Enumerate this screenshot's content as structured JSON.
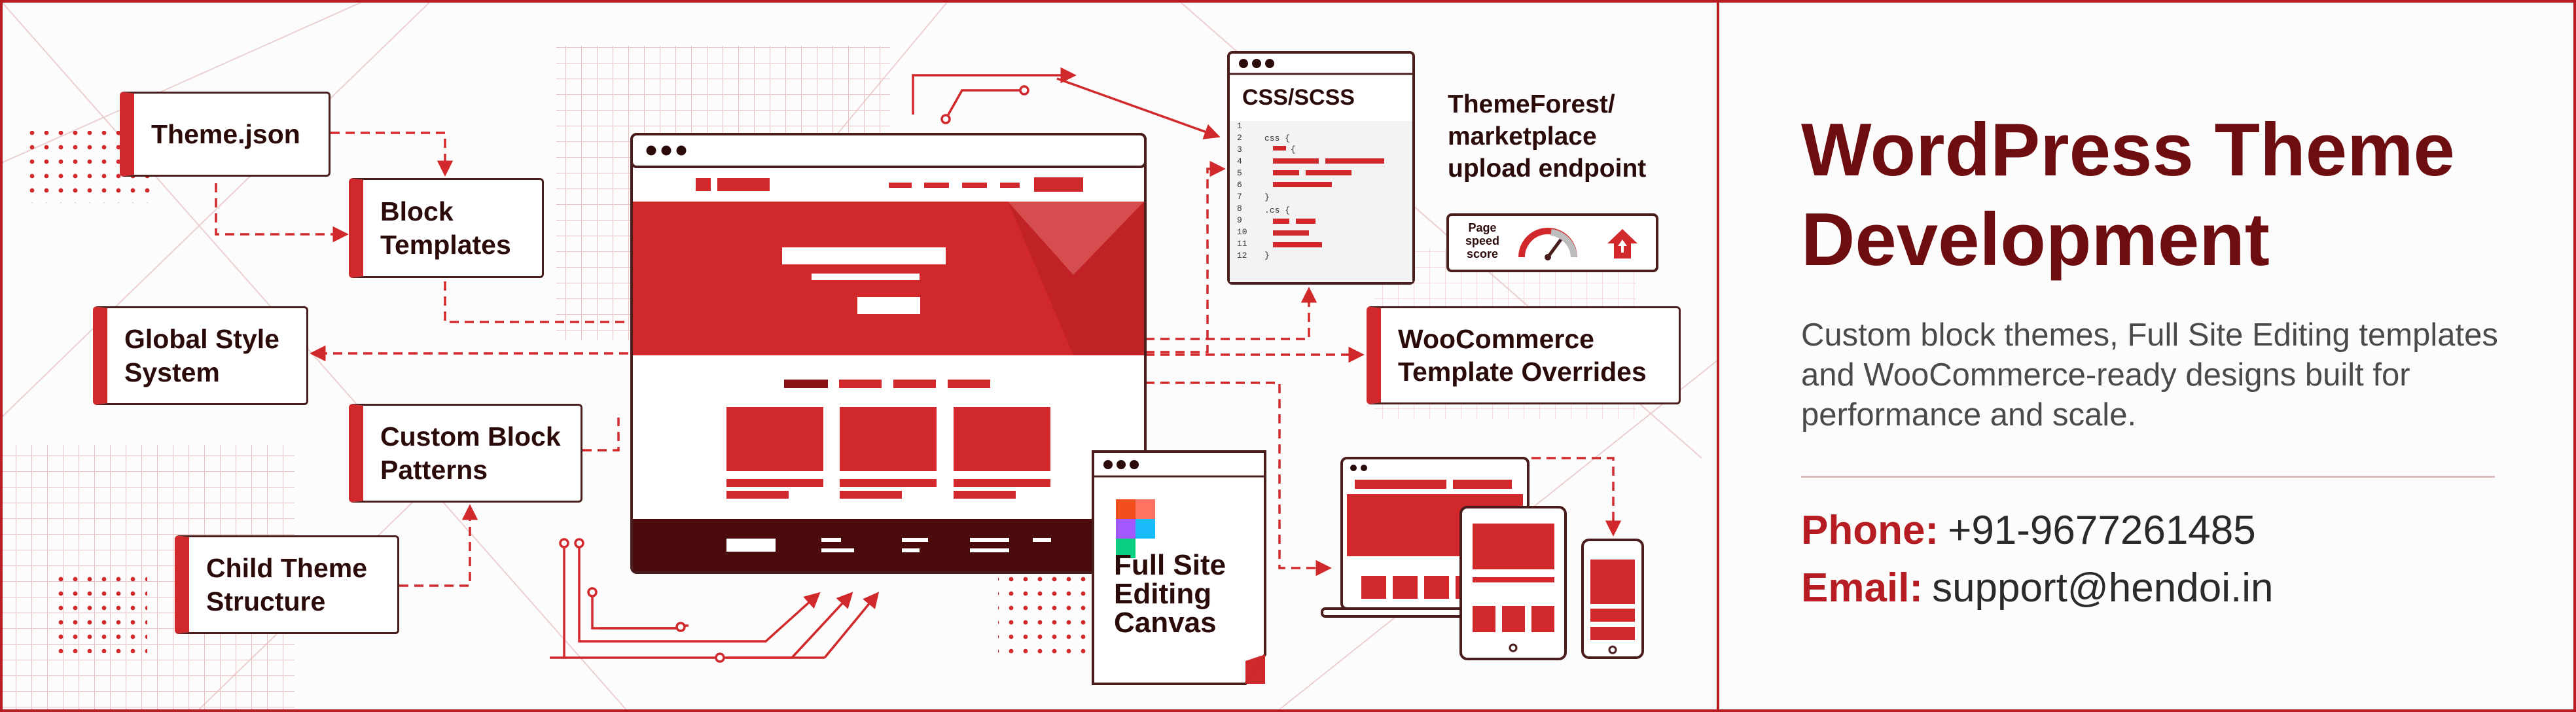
{
  "diagram": {
    "nodes": {
      "theme_json": "Theme.json",
      "block_templates": "Block\nTemplates",
      "global_style": "Global Style\nSystem",
      "custom_block_patterns": "Custom Block\nPatterns",
      "child_theme": "Child Theme\nStructure",
      "woocommerce": "WooCommerce\nTemplate Overrides"
    },
    "css_panel_title": "CSS/SCSS",
    "code_lines": [
      "css {",
      ".cs {"
    ],
    "line_numbers": [
      "1",
      "2",
      "3",
      "4",
      "5",
      "6",
      "7",
      "8",
      "9",
      "10",
      "11",
      "12"
    ],
    "endpoint_label": "ThemeForest/\nmarketplace\nupload endpoint",
    "pagespeed_label": "Page\nspeed\nscore",
    "fse_label": "Full Site\nEditing\nCanvas",
    "icons": [
      "figma-logo-icon",
      "speed-gauge-icon",
      "upload-icon"
    ]
  },
  "info": {
    "headline": "WordPress Theme\nDevelopment",
    "subtitle": "Custom block themes, Full Site Editing templates and WooCommerce-ready designs built for performance and scale.",
    "phone_label": "Phone:",
    "phone_value": "+91-9677261485",
    "email_label": "Email:",
    "email_value": "support@hendoi.in"
  },
  "colors": {
    "brand_red": "#d1292b",
    "dark_red": "#6e0d10",
    "outline": "#4a1d1d"
  }
}
